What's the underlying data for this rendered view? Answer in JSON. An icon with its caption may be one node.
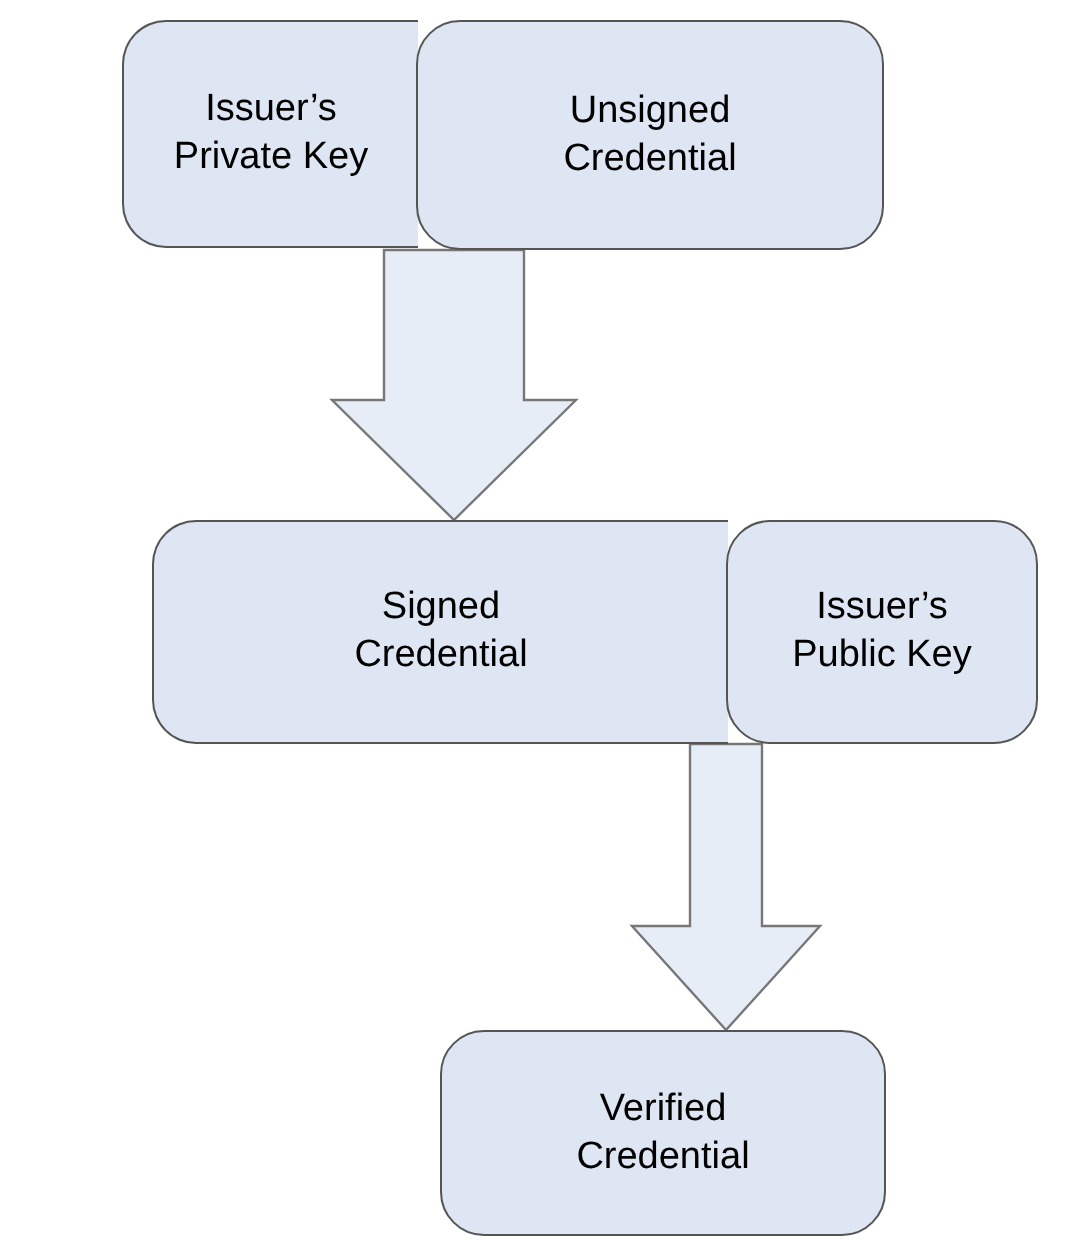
{
  "diagram": {
    "nodes": [
      {
        "text": [
          "Issuer’s Private Key"
        ]
      },
      {
        "text": [
          "Unsigned Credential"
        ]
      },
      {
        "text": [
          "Signed Credential"
        ]
      },
      {
        "text": [
          "Issuer’s Public Key"
        ]
      },
      {
        "text": [
          "Verified Credential"
        ]
      }
    ],
    "edges": [
      {
        "from": 0,
        "to": 2,
        "arrow": "to"
      },
      {
        "from": 1,
        "to": 2,
        "arrow": "to"
      },
      {
        "from": 2,
        "to": 4,
        "arrow": "to"
      },
      {
        "from": 3,
        "to": 4,
        "arrow": "to"
      }
    ]
  }
}
